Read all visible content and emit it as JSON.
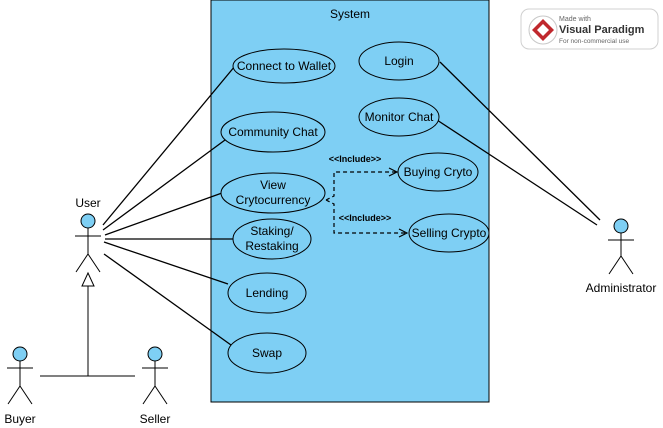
{
  "system": {
    "title": "System"
  },
  "actors": {
    "user": "User",
    "buyer": "Buyer",
    "seller": "Seller",
    "administrator": "Administrator"
  },
  "use_cases": {
    "connect_wallet": "Connect to Wallet",
    "community_chat": "Community Chat",
    "view_crypto_line1": "View",
    "view_crypto_line2": "Crytocurrency",
    "staking_line1": "Staking/",
    "staking_line2": "Restaking",
    "lending": "Lending",
    "swap": "Swap",
    "login": "Login",
    "monitor_chat": "Monitor Chat",
    "buying_crypto": "Buying Cryto",
    "selling_crypto": "Selling Crypto"
  },
  "relations": {
    "include_buying": "<<Include>>",
    "include_selling": "<<Include>>"
  },
  "watermark": {
    "made_with": "Made with",
    "brand": "Visual Paradigm",
    "note": "For non-commercial use"
  },
  "colors": {
    "system_fill": "#7ecff4",
    "use_case_fill": "#7ecff4",
    "line": "#000000"
  }
}
